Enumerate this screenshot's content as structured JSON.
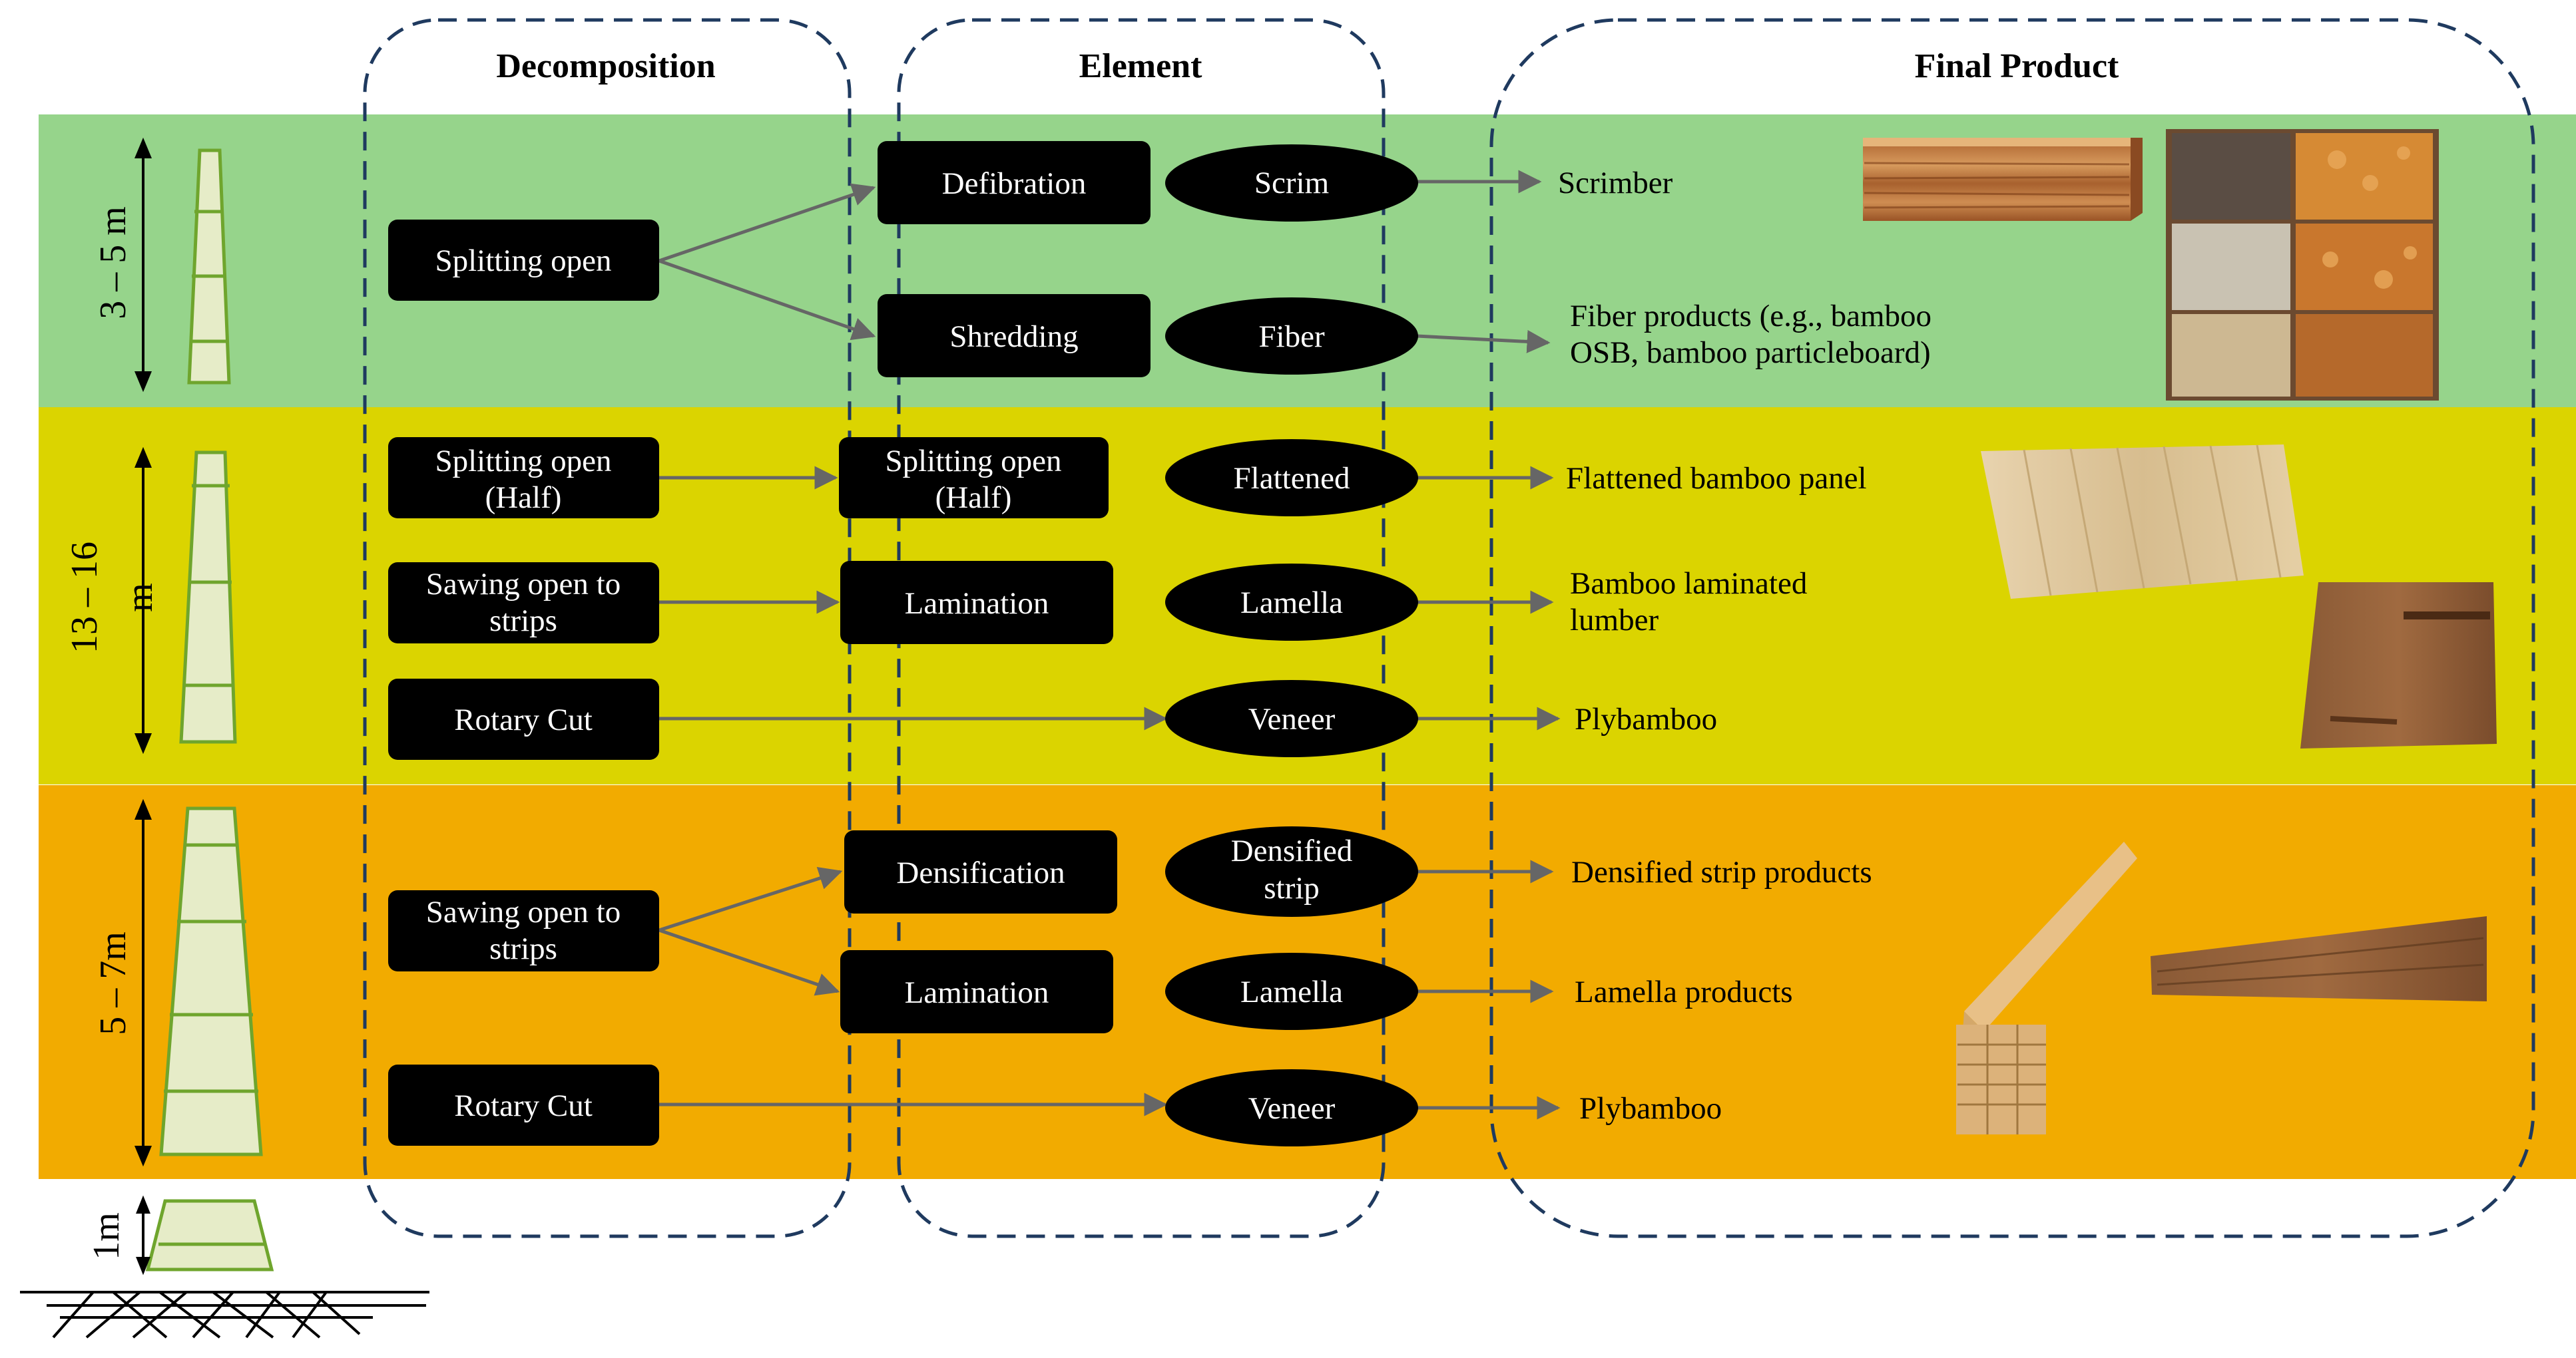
{
  "colors": {
    "band_top": "#96d48b",
    "band_middle": "#dbd400",
    "band_bottom": "#f2ab00",
    "box_fill": "#000000",
    "box_text": "#ffffff",
    "arrow": "#666666",
    "dashed_outline": "#1f3a5f",
    "bamboo_fill": "#e6ecc8",
    "bamboo_edge": "#6fa52d"
  },
  "headers": {
    "decomposition": "Decomposition",
    "element": "Element",
    "final_product": "Final Product"
  },
  "bands": {
    "top": {
      "length": "3 – 5 m",
      "decomposition": [
        "Splitting open"
      ],
      "process": [
        "Defibration",
        "Shredding"
      ],
      "elements": [
        "Scrim",
        "Fiber"
      ],
      "products": [
        [
          "Scrimber"
        ],
        [
          "Fiber products (e.g., bamboo",
          "OSB, bamboo particleboard)"
        ]
      ]
    },
    "middle": {
      "length": [
        "13 – 16",
        "m"
      ],
      "decomposition": [
        [
          "Splitting open",
          "(Half)"
        ],
        [
          "Sawing open to",
          "strips"
        ],
        [
          "Rotary Cut"
        ]
      ],
      "process": [
        [
          "Splitting open",
          "(Half)"
        ],
        [
          "Lamination"
        ]
      ],
      "elements": [
        [
          "Flattened"
        ],
        [
          "Lamella"
        ],
        [
          "Veneer"
        ]
      ],
      "products": [
        [
          "Flattened bamboo panel"
        ],
        [
          "Bamboo laminated",
          "lumber"
        ],
        [
          "Plybamboo"
        ]
      ]
    },
    "bottom": {
      "length": "5 – 7m",
      "decomposition": [
        [
          "Sawing open to",
          "strips"
        ],
        [
          "Rotary Cut"
        ]
      ],
      "process": [
        [
          "Densification"
        ],
        [
          "Lamination"
        ]
      ],
      "elements": [
        [
          "Densified",
          "strip"
        ],
        [
          "Lamella"
        ],
        [
          "Veneer"
        ]
      ],
      "products": [
        [
          "Densified strip products"
        ],
        [
          "Lamella products"
        ],
        [
          "Plybamboo"
        ]
      ]
    }
  },
  "base": {
    "length": "1m"
  },
  "icons": {
    "photos": [
      "scrimber-photo",
      "fiber-products-photo",
      "flattened-panel-photo",
      "laminated-lumber-photo",
      "densified-strips-photo",
      "lamella-plank-photo"
    ],
    "bamboo": "bamboo-culm-icon",
    "ground": "ground-roots-icon"
  }
}
